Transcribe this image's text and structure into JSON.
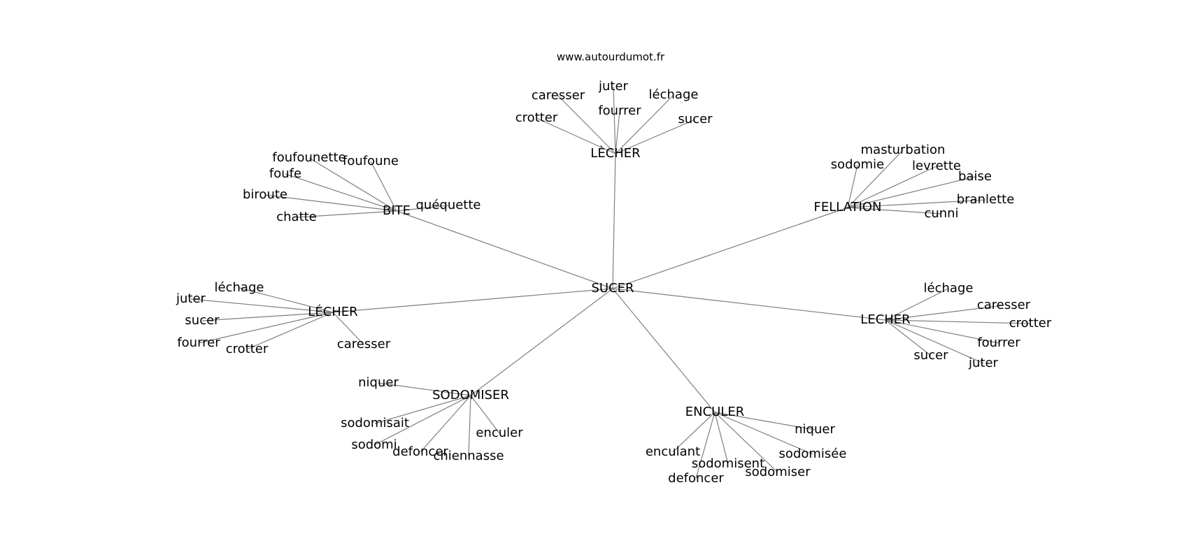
{
  "source": "www.autourdumot.fr",
  "graph": {
    "center": "SUCER",
    "clusters": [
      {
        "hub": "LÈCHER",
        "words": [
          "juter",
          "caresser",
          "léchage",
          "fourrer",
          "crotter",
          "sucer"
        ]
      },
      {
        "hub": "BITE",
        "words": [
          "foufounette",
          "foufoune",
          "foufe",
          "biroute",
          "quéquette",
          "chatte"
        ]
      },
      {
        "hub": "FELLATION",
        "words": [
          "masturbation",
          "sodomie",
          "levrette",
          "baise",
          "branlette",
          "cunni"
        ]
      },
      {
        "hub": "LÉCHER",
        "words": [
          "léchage",
          "juter",
          "sucer",
          "fourrer",
          "crotter",
          "caresser"
        ]
      },
      {
        "hub": "LECHER",
        "words": [
          "léchage",
          "caresser",
          "crotter",
          "fourrer",
          "sucer",
          "juter"
        ]
      },
      {
        "hub": "SODOMISER",
        "words": [
          "niquer",
          "sodomisait",
          "sodomi",
          "enculer",
          "defoncer",
          "chiennasse"
        ]
      },
      {
        "hub": "ENCULER",
        "words": [
          "niquer",
          "enculant",
          "sodomisée",
          "sodomisent",
          "sodomiser",
          "defoncer"
        ]
      }
    ]
  }
}
